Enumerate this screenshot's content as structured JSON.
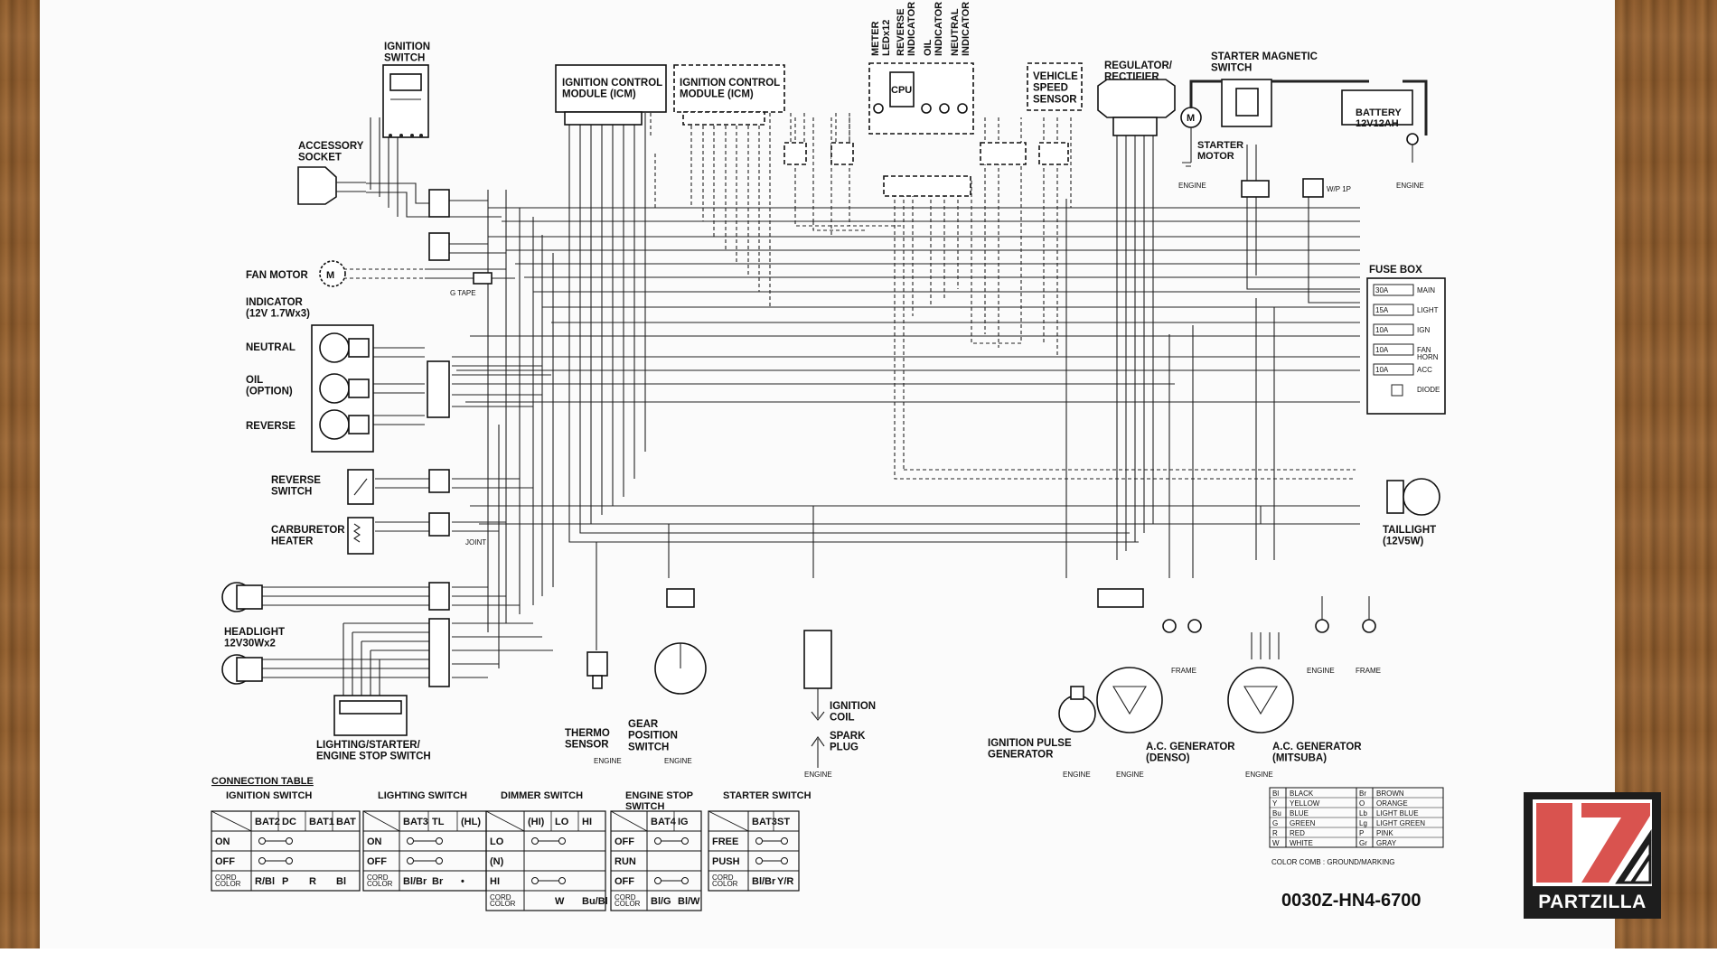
{
  "components": {
    "ignition_switch": "IGNITION\nSWITCH",
    "accessory_socket": "ACCESSORY\nSOCKET",
    "fan_motor": "FAN MOTOR",
    "indicator": "INDICATOR\n(12V 1.7Wx3)",
    "neutral": "NEUTRAL",
    "oil": "OIL\n(OPTION)",
    "reverse": "REVERSE",
    "reverse_switch": "REVERSE\nSWITCH",
    "carburetor_heater": "CARBURETOR\nHEATER",
    "headlight": "HEADLIGHT\n12V30Wx2",
    "lighting_switch": "LIGHTING/STARTER/\nENGINE STOP SWITCH",
    "icm1": "IGNITION CONTROL\nMODULE (ICM)",
    "icm2": "IGNITION CONTROL\nMODULE (ICM)",
    "meter": "METER",
    "led": "LEDx12",
    "cpu": "CPU",
    "reverse_ind": "REVERSE\nINDICATOR",
    "oil_ind": "OIL\nINDICATOR",
    "neutral_ind": "NEUTRAL\nINDICATOR",
    "vss": "VEHICLE\nSPEED\nSENSOR",
    "regulator": "REGULATOR/\nRECTIFIER",
    "starter_magnetic": "STARTER MAGNETIC\nSWITCH",
    "starter_motor": "STARTER\nMOTOR",
    "battery": "BATTERY\n12V12AH",
    "fuse_box": "FUSE BOX",
    "taillight": "TAILLIGHT\n(12V5W)",
    "thermo_sensor": "THERMO\nSENSOR",
    "gear_position": "GEAR\nPOSITION\nSWITCH",
    "ignition_coil": "IGNITION\nCOIL",
    "spark_plug": "SPARK\nPLUG",
    "pulse_gen": "IGNITION PULSE\nGENERATOR",
    "ac_denso": "A.C. GENERATOR\n(DENSO)",
    "ac_mitsuba": "A.C. GENERATOR\n(MITSUBA)",
    "engine": "ENGINE",
    "frame": "FRAME",
    "gtape": "G TAPE",
    "joint": "JOINT",
    "wp1p": "W/P 1P"
  },
  "fuses": [
    {
      "amps": "30A",
      "label": "MAIN"
    },
    {
      "amps": "15A",
      "label": "LIGHT"
    },
    {
      "amps": "10A",
      "label": "IGN"
    },
    {
      "amps": "10A",
      "label": "FAN\nHORN"
    },
    {
      "amps": "10A",
      "label": "ACC"
    },
    {
      "amps": "",
      "label": "DIODE"
    }
  ],
  "connection_table": {
    "title": "CONNECTION TABLE",
    "cord_color": "CORD\nCOLOR",
    "ignition_switch": {
      "title": "IGNITION SWITCH",
      "cols": [
        "BAT2",
        "DC",
        "BAT1",
        "BAT"
      ],
      "rows": [
        "ON",
        "OFF"
      ],
      "colors": [
        "R/Bl",
        "P",
        "R",
        "Bl"
      ]
    },
    "lighting_switch": {
      "title": "LIGHTING SWITCH",
      "cols": [
        "BAT3",
        "TL",
        "(HL)"
      ],
      "rows": [
        "ON",
        "OFF"
      ],
      "colors": [
        "Bl/Br",
        "Br",
        "•"
      ]
    },
    "dimmer_switch": {
      "title": "DIMMER SWITCH",
      "cols": [
        "(HI)",
        "LO",
        "HI"
      ],
      "rows": [
        "LO",
        "(N)",
        "HI"
      ],
      "colors": [
        "",
        "W",
        "Bu/Bl"
      ]
    },
    "engine_stop_switch": {
      "title": "ENGINE STOP\nSWITCH",
      "cols": [
        "BAT4",
        "IG"
      ],
      "rows": [
        "OFF",
        "RUN",
        "OFF"
      ],
      "colors": [
        "Bl/G",
        "Bl/W"
      ]
    },
    "starter_switch": {
      "title": "STARTER SWITCH",
      "cols": [
        "BAT3",
        "ST"
      ],
      "rows": [
        "FREE",
        "PUSH"
      ],
      "colors": [
        "Bl/Br",
        "Y/R"
      ]
    }
  },
  "color_legend": {
    "entries": [
      [
        "Bl",
        "BLACK",
        "Br",
        "BROWN"
      ],
      [
        "Y",
        "YELLOW",
        "O",
        "ORANGE"
      ],
      [
        "Bu",
        "BLUE",
        "Lb",
        "LIGHT BLUE"
      ],
      [
        "G",
        "GREEN",
        "Lg",
        "LIGHT GREEN"
      ],
      [
        "R",
        "RED",
        "P",
        "PINK"
      ],
      [
        "W",
        "WHITE",
        "Gr",
        "GRAY"
      ]
    ],
    "note": "COLOR COMB : GROUND/MARKING"
  },
  "part_number": "0030Z-HN4-6700",
  "brand": "PARTZILLA",
  "colors": {
    "logo_red": "#d9534f",
    "logo_bg": "#1d1d1d",
    "ink": "#222222"
  }
}
